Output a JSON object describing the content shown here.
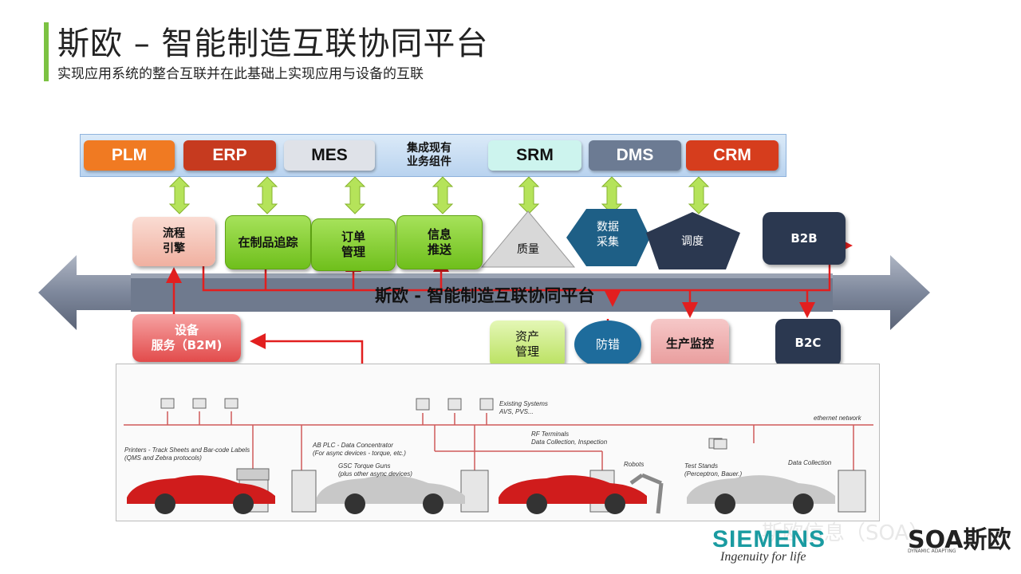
{
  "header": {
    "title": "斯欧 – 智能制造互联协同平台",
    "subtitle": "实现应用系统的整合互联并在此基础上实现应用与设备的互联"
  },
  "systems": {
    "items": [
      "PLM",
      "ERP",
      "MES",
      "SRM",
      "DMS",
      "CRM"
    ],
    "integration_label": "集成现有\n业务组件",
    "colors": {
      "PLM": "#f0781e",
      "ERP": "#c8371e",
      "MES": "#dde0e6",
      "SRM": "#c8f2ec",
      "DMS": "#6b7a92",
      "CRM": "#d43c1c"
    }
  },
  "modules": {
    "process_engine": "流程\n引擎",
    "wip_tracking": "在制品追踪",
    "order_mgmt": "订单\n管理",
    "info_push": "信息\n推送",
    "quality": "质量",
    "data_collection": "数据\n采集",
    "scheduling": "调度",
    "b2b": "B2B",
    "device_service": "设备\n服务（B2M)",
    "asset_mgmt": "资产\n管理",
    "error_proofing": "防错",
    "production_monitoring": "生产监控",
    "b2c": "B2C"
  },
  "platform": {
    "label": "斯欧 - 智能制造互联协同平台"
  },
  "shopfloor": {
    "existing_systems": "Existing Systems",
    "avs": "AVS, PVS...",
    "ethernet": "ethernet network",
    "printers": "Printers - Track Sheets and Bar-code Labels",
    "printers_sub": "(QMS and Zebra protocols)",
    "plc": "AB PLC - Data Concentrator",
    "plc_sub": "(For async devices - torque, etc.)",
    "gsc": "GSC Torque Guns",
    "gsc_sub": "(plus other async devices)",
    "rf": "RF Terminals",
    "rf_sub": "Data Collection, Inspection",
    "robots": "Robots",
    "test_stands": "Test Stands",
    "test_stands_sub": "(Perceptron, Bauer.)",
    "data_collection": "Data Collection"
  },
  "branding": {
    "siemens": "SIEMENS",
    "tagline": "Ingenuity for life",
    "watermark": "斯欧信息（SOA）",
    "logo": "SOA斯欧",
    "logo_sub": "DYNAMIC ADAPTING"
  }
}
